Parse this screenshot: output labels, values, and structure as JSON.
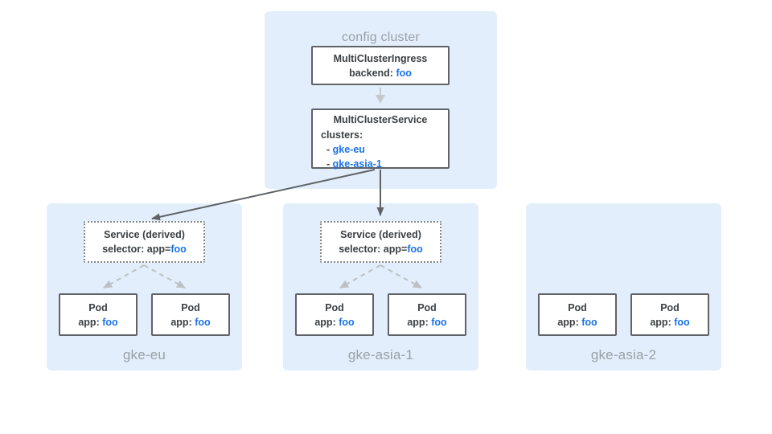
{
  "colors": {
    "cluster_bg": "#e2eefb",
    "box_bg": "#ffffff",
    "box_border": "#5f6368",
    "text_dark": "#3c4043",
    "accent_blue": "#1a73e8",
    "label_muted": "#9aa0a6",
    "arrow_dark": "#5f6368",
    "arrow_light": "#c6c9cc",
    "arrow_dashed": "#bdc1c6"
  },
  "config_cluster": {
    "label": "config cluster",
    "ingress_box": {
      "title": "MultiClusterIngress",
      "backend_label": "backend: ",
      "backend_value": "foo"
    },
    "service_box": {
      "title": "MultiClusterService",
      "clusters_label": "clusters:",
      "entries": [
        {
          "bullet": "- ",
          "name": "gke-eu"
        },
        {
          "bullet": "- ",
          "name": "gke-asia-1"
        }
      ]
    }
  },
  "clusters": [
    {
      "name": "gke-eu",
      "service_box": {
        "title": "Service (derived)",
        "selector_label": "selector: app=",
        "selector_value": "foo"
      },
      "pods": [
        {
          "title": "Pod",
          "app_label": "app: ",
          "app_value": "foo"
        },
        {
          "title": "Pod",
          "app_label": "app: ",
          "app_value": "foo"
        }
      ]
    },
    {
      "name": "gke-asia-1",
      "service_box": {
        "title": "Service (derived)",
        "selector_label": "selector: app=",
        "selector_value": "foo"
      },
      "pods": [
        {
          "title": "Pod",
          "app_label": "app: ",
          "app_value": "foo"
        },
        {
          "title": "Pod",
          "app_label": "app: ",
          "app_value": "foo"
        }
      ]
    },
    {
      "name": "gke-asia-2",
      "pods": [
        {
          "title": "Pod",
          "app_label": "app: ",
          "app_value": "foo"
        },
        {
          "title": "Pod",
          "app_label": "app: ",
          "app_value": "foo"
        }
      ]
    }
  ]
}
